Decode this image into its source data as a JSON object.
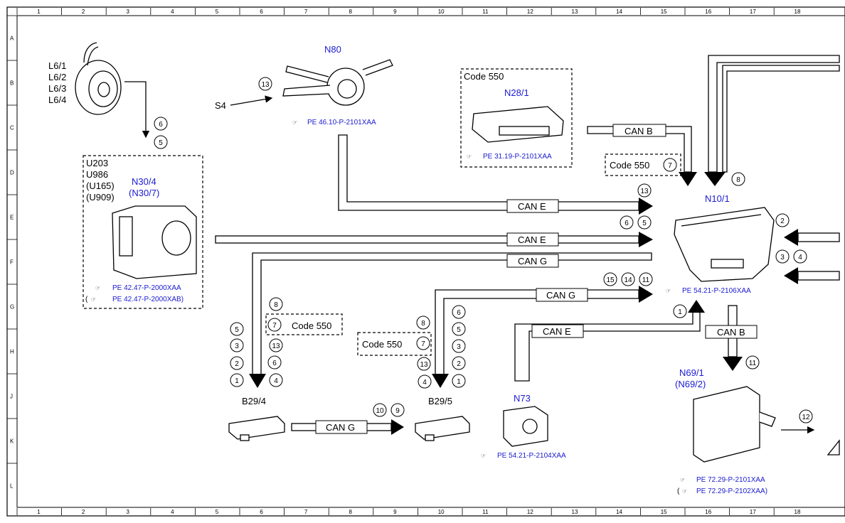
{
  "grid": {
    "columns": [
      "1",
      "2",
      "3",
      "4",
      "5",
      "6",
      "7",
      "8",
      "9",
      "10",
      "11",
      "12",
      "13",
      "14",
      "15",
      "16",
      "17",
      "18"
    ],
    "rows": [
      "A",
      "B",
      "C",
      "D",
      "E",
      "F",
      "G",
      "H",
      "J",
      "K",
      "L"
    ]
  },
  "components": {
    "l6_labels": [
      "L6/1",
      "L6/2",
      "L6/3",
      "L6/4"
    ],
    "n80": {
      "label": "N80",
      "ref": "PE 46.10-P-2101XAA",
      "s4": "S4"
    },
    "n28_1": {
      "code": "Code 550",
      "label": "N28/1",
      "ref": "PE 31.19-P-2101XAA"
    },
    "n30_4": {
      "variants": [
        "U203",
        "U986",
        "(U165)",
        "(U909)"
      ],
      "label": "N30/4",
      "label2": "(N30/7)",
      "ref1": "PE 42.47-P-2000XAA",
      "ref2": "PE 42.47-P-2000XAB)"
    },
    "n10_1": {
      "label": "N10/1",
      "ref": "PE 54.21-P-2106XAA"
    },
    "b29_4": {
      "label": "B29/4"
    },
    "b29_5": {
      "label": "B29/5"
    },
    "n73": {
      "label": "N73",
      "ref": "PE 54.21-P-2104XAA"
    },
    "n69_1": {
      "label": "N69/1",
      "label2": "(N69/2)",
      "ref1": "PE 72.29-P-2101XAA",
      "ref2": "PE 72.29-P-2102XAA)"
    }
  },
  "bus_labels": {
    "can_b_top": "CAN B",
    "code550_n10": "Code 550",
    "can_e_1": "CAN E",
    "can_e_2": "CAN E",
    "can_g_1": "CAN G",
    "can_g_2": "CAN G",
    "can_e_3": "CAN E",
    "can_b_2": "CAN B",
    "can_g_3": "CAN G",
    "code550_b29_4": "Code 550",
    "code550_b29_5": "Code 550"
  },
  "circle_numbers": {
    "wheel": [
      "6",
      "5"
    ],
    "n80": [
      "13"
    ],
    "code550_n10": [
      "7"
    ],
    "n10_top": [
      "8"
    ],
    "can_e_1": [
      "13"
    ],
    "can_e_2": [
      "6",
      "5"
    ],
    "right_side": [
      "2",
      "3",
      "4"
    ],
    "can_g_2": [
      "15",
      "14",
      "11"
    ],
    "n73_in": [
      "1"
    ],
    "n69_in": [
      "11"
    ],
    "n69_out": [
      "12"
    ],
    "b29_4_left": [
      "5",
      "3",
      "2",
      "1"
    ],
    "b29_4_right": [
      "8",
      "7",
      "13",
      "6",
      "4"
    ],
    "b29_5_left": [
      "8",
      "7",
      "13",
      "4"
    ],
    "b29_5_right": [
      "6",
      "5",
      "3",
      "2",
      "1"
    ],
    "can_g_3": [
      "10",
      "9"
    ]
  }
}
